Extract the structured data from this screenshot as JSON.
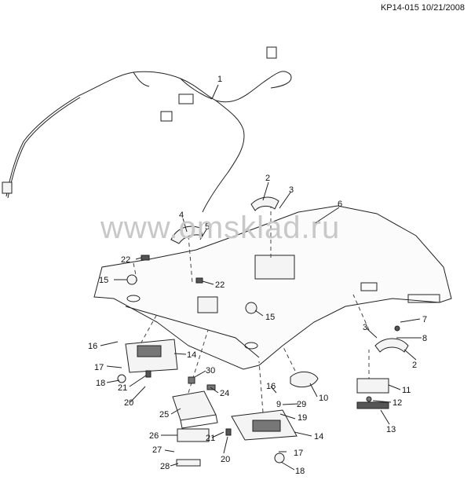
{
  "header": {
    "ref": "KP14-015 10/21/2008"
  },
  "watermark": "www.omsklad.ru",
  "callouts": [
    "1",
    "2",
    "3",
    "4",
    "5",
    "6",
    "7",
    "8",
    "9",
    "10",
    "11",
    "12",
    "13",
    "14",
    "15",
    "16",
    "17",
    "18",
    "19",
    "20",
    "21",
    "22",
    "24",
    "25",
    "26",
    "27",
    "28",
    "29",
    "30"
  ],
  "colors": {
    "line": "#222222",
    "part_fill": "#f4f4f4",
    "dark_fill": "#555555",
    "watermark": "#c8c8c8"
  }
}
